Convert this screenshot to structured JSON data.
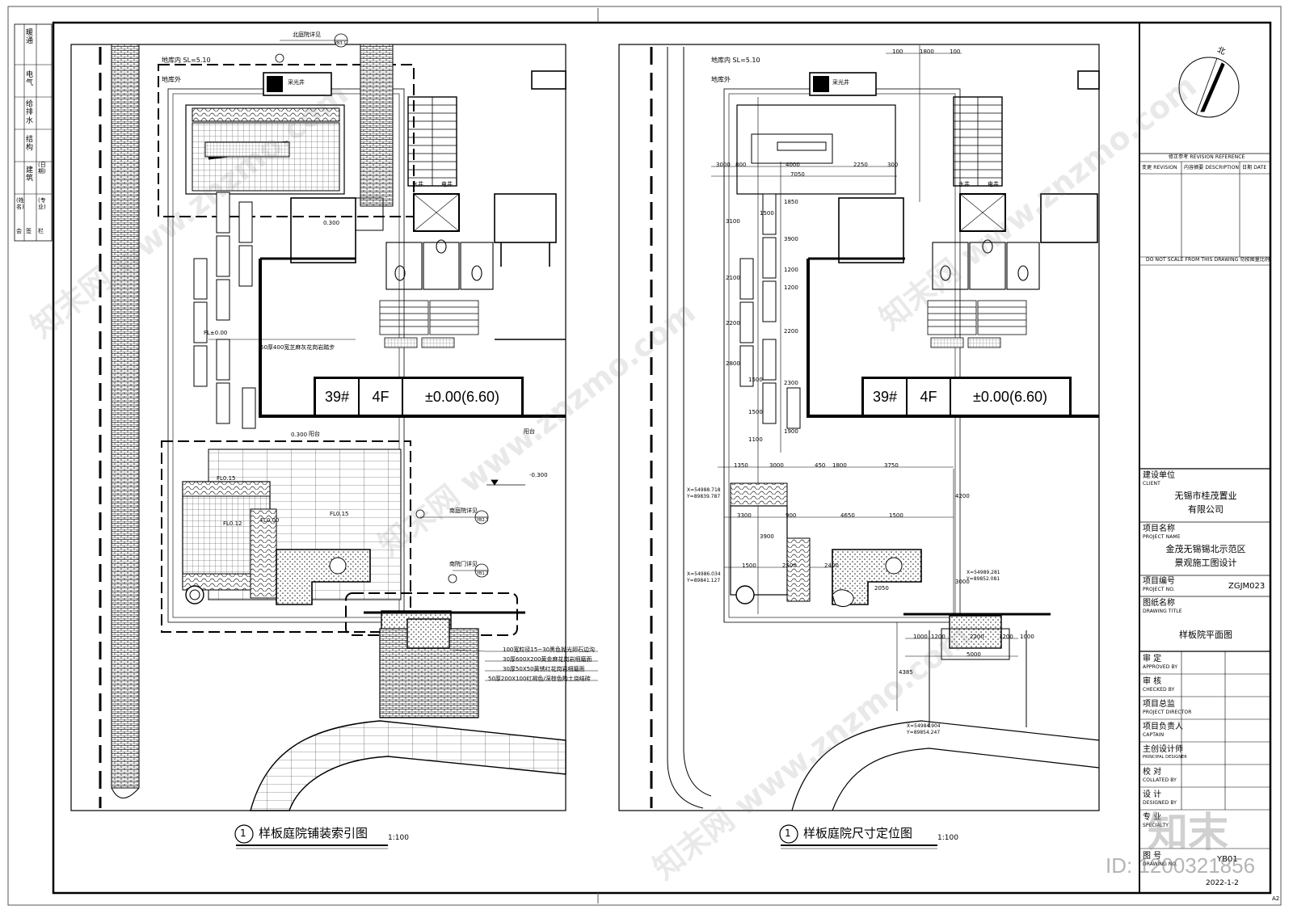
{
  "left_strip": {
    "labels": [
      "暖通",
      "电气",
      "给排水",
      "结构",
      "建筑",
      "(专业)",
      "(姓名)",
      "(日期)"
    ],
    "short": [
      "会",
      "签",
      "栏"
    ]
  },
  "plan_left": {
    "title": "样板庭院铺装索引图",
    "scale": "1:100",
    "index_no": "1",
    "garage_in": "地库内 SL=5.10",
    "garage_out": "地库外",
    "north_ref": "北庭院详见",
    "north_sheet": "YB3.1",
    "south_ref": "南庭院详见",
    "south_sheet": "YB2.1",
    "gate_ref": "南院门详见",
    "gate_sheet": "YB1.1",
    "step_note": "50厚400宽芝麻灰花岗岩踏步",
    "level1": "0.300",
    "level2": "0.300",
    "level3": "-0.300",
    "fl_a": "FL±0.00",
    "fl_b": "FL0.15",
    "fl_c": "FL0.00",
    "fl_d": "FL0.12",
    "legend": [
      "100宽粒径15~30黑色抛光卵石边沟",
      "30厚600X200黄金麻花岗岩细磨面",
      "30厚50X50黄锈红花岗岩细磨面",
      "50厚200X100红褐色/深棕色陶土烧结砖"
    ],
    "box_label": "采光井",
    "room_water": "水井",
    "room_elec": "电井",
    "balcony": "阳台"
  },
  "plan_right": {
    "title": "样板庭院尺寸定位图",
    "scale": "1:100",
    "index_no": "1",
    "garage_in": "地库内 SL=5.10",
    "garage_out": "地库外",
    "box_label": "采光井",
    "room_water": "水井",
    "room_elec": "电井",
    "top_dims": [
      "100",
      "1800",
      "100"
    ],
    "dims_h1": [
      "3000",
      "800",
      "4000",
      "2250",
      "300"
    ],
    "dim_7050": "7050",
    "dims_h2": [
      "1350",
      "3000",
      "450",
      "1800",
      "3750"
    ],
    "dims_h3": [
      "3300",
      "900",
      "4650",
      "1500"
    ],
    "dims_h4": [
      "1500",
      "2500",
      "2400",
      "2050"
    ],
    "dims_bottom": [
      "1000",
      "1200",
      "2200",
      "1200",
      "1000"
    ],
    "dim_5000": "5000",
    "dims_v": [
      "3100",
      "2100",
      "2200",
      "2800",
      "1500",
      "1500",
      "1100"
    ],
    "dims_v2": [
      "1850",
      "1500",
      "3900",
      "2200",
      "1200",
      "1200",
      "2300",
      "1900"
    ],
    "dims_v3": [
      "3900",
      "4200",
      "3000"
    ],
    "dim_4385": "4385",
    "coord1": [
      "X=54988.718",
      "Y=89839.787"
    ],
    "coord2": [
      "X=54986.034",
      "Y=89841.127"
    ],
    "coord3": [
      "X=54989.281",
      "Y=89852.081"
    ],
    "coord4": [
      "X=54984.904",
      "Y=89854.247"
    ]
  },
  "building_tag": {
    "no": "39#",
    "floors": "4F",
    "elev": "±0.00(6.60)"
  },
  "title_block": {
    "revision_header": "修正参考  REVISION REFERENCE",
    "rev_cols": [
      "变更 REVISION",
      "内容摘要 DESCRIPTION",
      "日期 DATE"
    ],
    "no_scale": "DO NOT SCALE FROM THIS DRAWING  勿按图量比例",
    "client_label": "建设单位",
    "client_en": "CLIENT",
    "client_value1": "无锡市桂茂置业",
    "client_value2": "有限公司",
    "project_label": "项目名称",
    "project_en": "PROJECT NAME",
    "project_value1": "金茂无锡锡北示范区",
    "project_value2": "景观施工图设计",
    "projno_label": "项目编号",
    "projno_en": "PROJECT NO.",
    "projno_value": "ZGJM023",
    "title_label": "图纸名称",
    "title_en": "DRAWING TITLE",
    "title_value": "样板院平面图",
    "roles": [
      {
        "cn": "审  定",
        "en": "APPROVED BY"
      },
      {
        "cn": "审  核",
        "en": "CHECKED BY"
      },
      {
        "cn": "项目总监",
        "en": "PROJECT DIRECTOR"
      },
      {
        "cn": "项目负责人",
        "en": "CAPTAIN"
      },
      {
        "cn": "主创设计师",
        "en": "PRINCIPAL DESIGNER"
      },
      {
        "cn": "校  对",
        "en": "COLLATED BY"
      },
      {
        "cn": "设  计",
        "en": "DESIGNED BY"
      },
      {
        "cn": "专  业",
        "en": "SPECIALTY"
      }
    ],
    "drawing_no_label": "图  号",
    "drawing_no_en": "DRAWING NO.",
    "drawing_no": "YB01",
    "date": "2022-1-2",
    "sheet_size": "A2",
    "north": "北"
  },
  "watermark": {
    "logo": "知末",
    "id": "ID: 1200321856",
    "site": "知末网 www.znzmo.com"
  }
}
